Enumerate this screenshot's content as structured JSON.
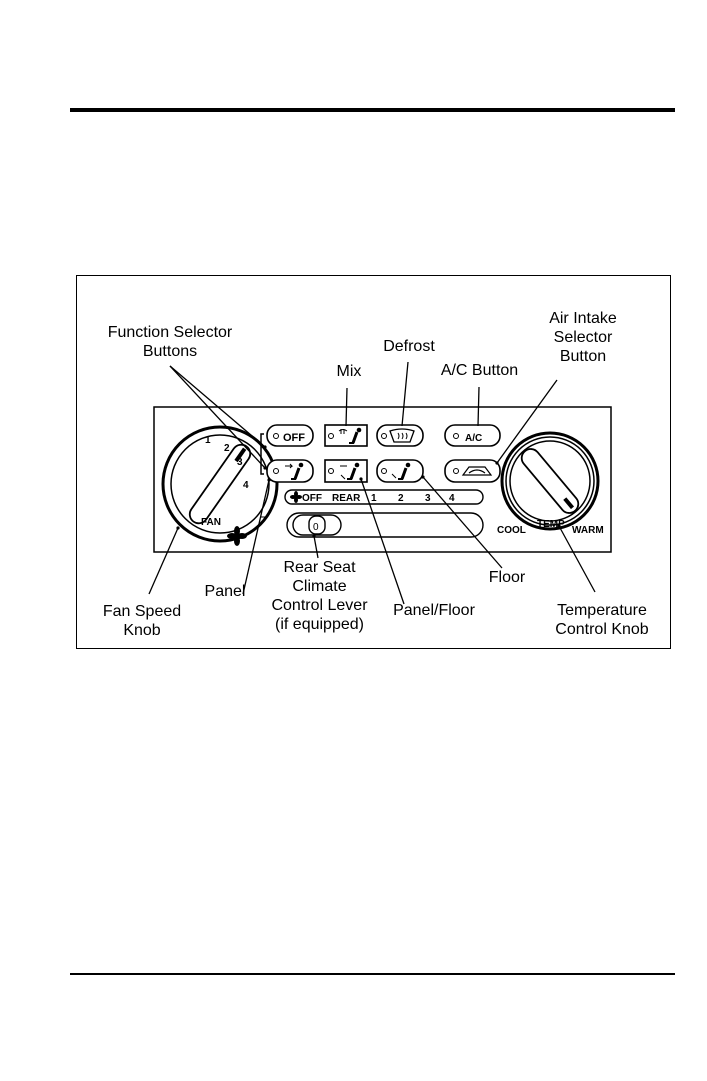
{
  "callouts": {
    "function_selector": "Function Selector\nButtons",
    "defrost": "Defrost",
    "mix": "Mix",
    "ac_button": "A/C Button",
    "air_intake": "Air Intake\nSelector\nButton",
    "panel": "Panel",
    "fan_speed": "Fan Speed\nKnob",
    "rear_seat": "Rear Seat\nClimate\nControl Lever\n(if equipped)",
    "panel_floor": "Panel/Floor",
    "floor": "Floor",
    "temperature": "Temperature\nControl Knob"
  },
  "panel_labels": {
    "fan": "FAN",
    "fan_numbers": [
      "1",
      "2",
      "3",
      "4"
    ],
    "off_button": "OFF",
    "ac_button": "A/C",
    "rear_strip_off": "OFF",
    "rear_strip_rear": "REAR",
    "rear_strip_numbers": [
      "1",
      "2",
      "3",
      "4"
    ],
    "lever": "0",
    "cool": "COOL",
    "temp": "TEMP",
    "warm": "WARM"
  },
  "icons": [
    "fan-icon",
    "defrost-icon",
    "mix-icon",
    "panel-vent-icon",
    "panel-floor-icon",
    "floor-vent-icon",
    "recirculation-icon"
  ]
}
